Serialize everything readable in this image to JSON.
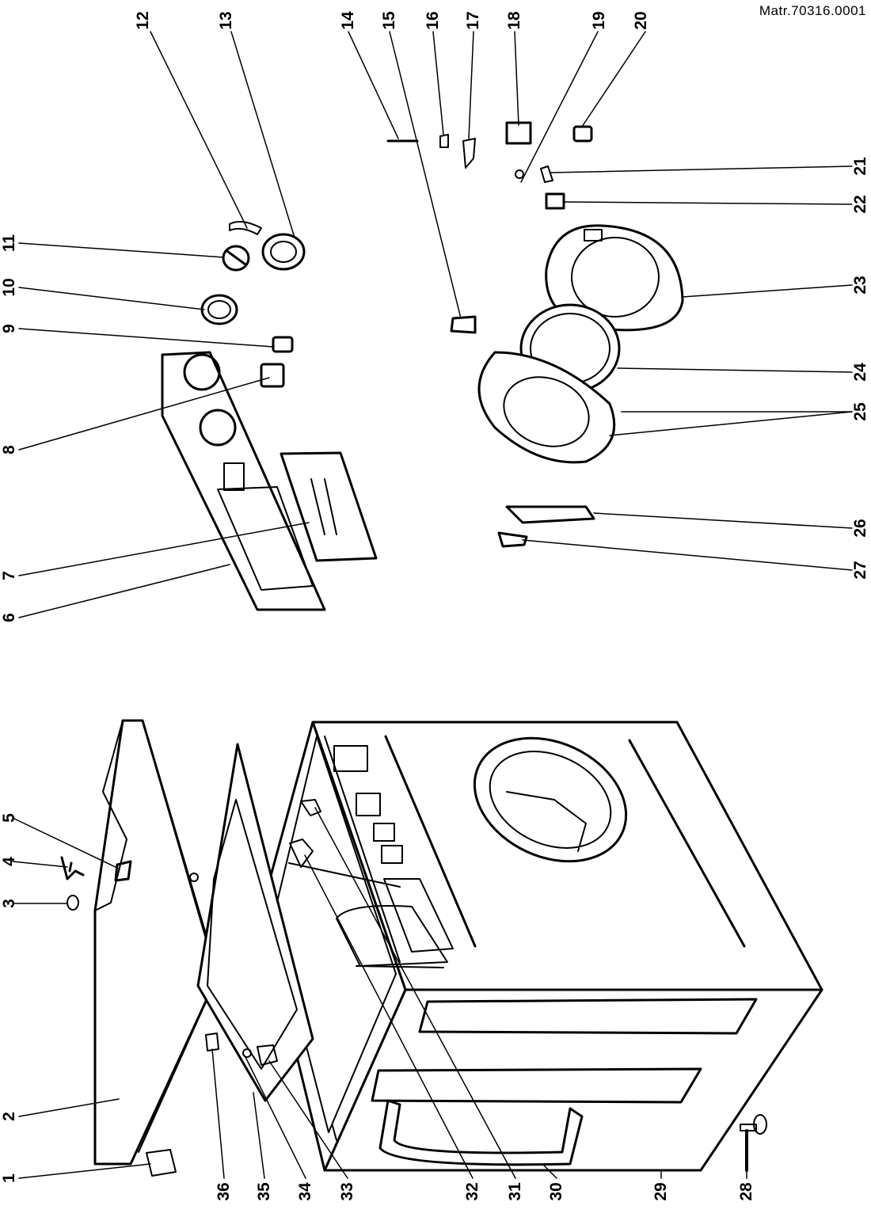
{
  "drawing": {
    "matricola": "Matr.70316.0001"
  },
  "callouts": [
    {
      "label": "1",
      "part": "part-1"
    },
    {
      "label": "2",
      "part": "part-2"
    },
    {
      "label": "3",
      "part": "part-3"
    },
    {
      "label": "4",
      "part": "part-4"
    },
    {
      "label": "5",
      "part": "part-5"
    },
    {
      "label": "6",
      "part": "part-6"
    },
    {
      "label": "7",
      "part": "part-7"
    },
    {
      "label": "8",
      "part": "part-8"
    },
    {
      "label": "9",
      "part": "part-9"
    },
    {
      "label": "10",
      "part": "part-10"
    },
    {
      "label": "11",
      "part": "part-11"
    },
    {
      "label": "12",
      "part": "part-12"
    },
    {
      "label": "13",
      "part": "part-13"
    },
    {
      "label": "14",
      "part": "part-14"
    },
    {
      "label": "15",
      "part": "part-15"
    },
    {
      "label": "16",
      "part": "part-16"
    },
    {
      "label": "17",
      "part": "part-17"
    },
    {
      "label": "18",
      "part": "part-18"
    },
    {
      "label": "19",
      "part": "part-19"
    },
    {
      "label": "20",
      "part": "part-20"
    },
    {
      "label": "21",
      "part": "part-21"
    },
    {
      "label": "22",
      "part": "part-22"
    },
    {
      "label": "23",
      "part": "part-23"
    },
    {
      "label": "24",
      "part": "part-24"
    },
    {
      "label": "25",
      "part": "part-25"
    },
    {
      "label": "26",
      "part": "part-26"
    },
    {
      "label": "27",
      "part": "part-27"
    },
    {
      "label": "28",
      "part": "part-28"
    },
    {
      "label": "29",
      "part": "part-29"
    },
    {
      "label": "30",
      "part": "part-30"
    },
    {
      "label": "31",
      "part": "part-31"
    },
    {
      "label": "32",
      "part": "part-32"
    },
    {
      "label": "33",
      "part": "part-33"
    },
    {
      "label": "34",
      "part": "part-34"
    },
    {
      "label": "35",
      "part": "part-35"
    },
    {
      "label": "36",
      "part": "part-36"
    }
  ]
}
